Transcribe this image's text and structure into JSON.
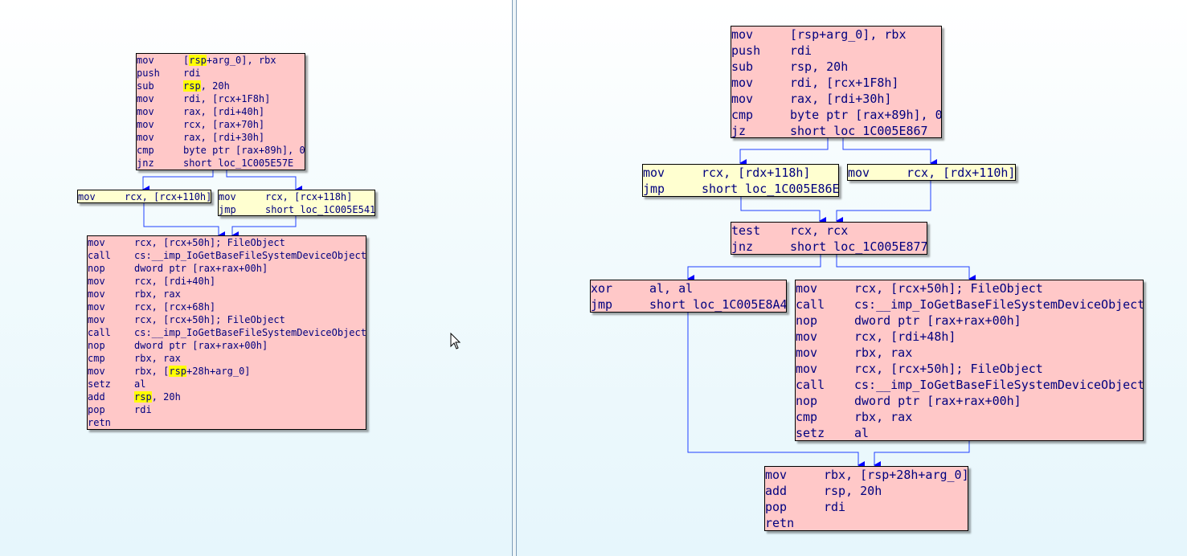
{
  "left_graph": {
    "blocks": [
      {
        "id": "L1",
        "color": "pink",
        "lines": [
          {
            "mn": "mov",
            "op": [
              {
                "t": "[",
                "h": false
              },
              {
                "t": "rsp",
                "h": true
              },
              {
                "t": "+arg_0], rbx",
                "h": false
              }
            ]
          },
          {
            "mn": "push",
            "op": [
              {
                "t": "rdi",
                "h": false
              }
            ]
          },
          {
            "mn": "sub",
            "op": [
              {
                "t": "rsp",
                "h": true
              },
              {
                "t": ", 20h",
                "h": false
              }
            ]
          },
          {
            "mn": "mov",
            "op": [
              {
                "t": "rdi, [rcx+1F8h]",
                "h": false
              }
            ]
          },
          {
            "mn": "mov",
            "op": [
              {
                "t": "rax, [rdi+40h]",
                "h": false
              }
            ]
          },
          {
            "mn": "mov",
            "op": [
              {
                "t": "rcx, [rax+70h]",
                "h": false
              }
            ]
          },
          {
            "mn": "mov",
            "op": [
              {
                "t": "rax, [rdi+30h]",
                "h": false
              }
            ]
          },
          {
            "mn": "cmp",
            "op": [
              {
                "t": "byte ptr [rax+89h], 0",
                "h": false
              }
            ]
          },
          {
            "mn": "jnz",
            "op": [
              {
                "t": "short loc_1C005E57E",
                "h": false
              }
            ]
          }
        ]
      },
      {
        "id": "L2",
        "color": "yellow",
        "lines": [
          {
            "mn": "mov",
            "op": [
              {
                "t": "rcx, [rcx+110h]",
                "h": false
              }
            ]
          }
        ]
      },
      {
        "id": "L3",
        "color": "yellow",
        "lines": [
          {
            "mn": "mov",
            "op": [
              {
                "t": "rcx, [rcx+118h]",
                "h": false
              }
            ]
          },
          {
            "mn": "jmp",
            "op": [
              {
                "t": "short loc_1C005E541",
                "h": false
              }
            ]
          }
        ]
      },
      {
        "id": "L4",
        "color": "pink",
        "lines": [
          {
            "mn": "mov",
            "op": [
              {
                "t": "rcx, [rcx+50h]; FileObject",
                "h": false
              }
            ]
          },
          {
            "mn": "call",
            "op": [
              {
                "t": "cs:__imp_IoGetBaseFileSystemDeviceObject",
                "h": false
              }
            ]
          },
          {
            "mn": "nop",
            "op": [
              {
                "t": "dword ptr [rax+rax+00h]",
                "h": false
              }
            ]
          },
          {
            "mn": "mov",
            "op": [
              {
                "t": "rcx, [rdi+40h]",
                "h": false
              }
            ]
          },
          {
            "mn": "mov",
            "op": [
              {
                "t": "rbx, rax",
                "h": false
              }
            ]
          },
          {
            "mn": "mov",
            "op": [
              {
                "t": "rcx, [rcx+68h]",
                "h": false
              }
            ]
          },
          {
            "mn": "mov",
            "op": [
              {
                "t": "rcx, [rcx+50h]; FileObject",
                "h": false
              }
            ]
          },
          {
            "mn": "call",
            "op": [
              {
                "t": "cs:__imp_IoGetBaseFileSystemDeviceObject",
                "h": false
              }
            ]
          },
          {
            "mn": "nop",
            "op": [
              {
                "t": "dword ptr [rax+rax+00h]",
                "h": false
              }
            ]
          },
          {
            "mn": "cmp",
            "op": [
              {
                "t": "rbx, rax",
                "h": false
              }
            ]
          },
          {
            "mn": "mov",
            "op": [
              {
                "t": "rbx, [",
                "h": false
              },
              {
                "t": "rsp",
                "h": true
              },
              {
                "t": "+28h+arg_0]",
                "h": false
              }
            ]
          },
          {
            "mn": "setz",
            "op": [
              {
                "t": "al",
                "h": false
              }
            ]
          },
          {
            "mn": "add",
            "op": [
              {
                "t": "rsp",
                "h": true
              },
              {
                "t": ", 20h",
                "h": false
              }
            ]
          },
          {
            "mn": "pop",
            "op": [
              {
                "t": "rdi",
                "h": false
              }
            ]
          },
          {
            "mn": "retn",
            "op": []
          }
        ]
      }
    ]
  },
  "right_graph": {
    "blocks": [
      {
        "id": "R1",
        "color": "pink",
        "lines": [
          {
            "mn": "mov",
            "op": [
              {
                "t": "[rsp+arg_0], rbx",
                "h": false
              }
            ]
          },
          {
            "mn": "push",
            "op": [
              {
                "t": "rdi",
                "h": false
              }
            ]
          },
          {
            "mn": "sub",
            "op": [
              {
                "t": "rsp, 20h",
                "h": false
              }
            ]
          },
          {
            "mn": "mov",
            "op": [
              {
                "t": "rdi, [rcx+1F8h]",
                "h": false
              }
            ]
          },
          {
            "mn": "mov",
            "op": [
              {
                "t": "rax, [rdi+30h]",
                "h": false
              }
            ]
          },
          {
            "mn": "cmp",
            "op": [
              {
                "t": "byte ptr [rax+89h], 0",
                "h": false
              }
            ]
          },
          {
            "mn": "jz",
            "op": [
              {
                "t": "short loc_1C005E867",
                "h": false
              }
            ]
          }
        ]
      },
      {
        "id": "R2",
        "color": "yellow",
        "lines": [
          {
            "mn": "mov",
            "op": [
              {
                "t": "rcx, [rdx+118h]",
                "h": false
              }
            ]
          },
          {
            "mn": "jmp",
            "op": [
              {
                "t": "short loc_1C005E86E",
                "h": false
              }
            ]
          }
        ]
      },
      {
        "id": "R3",
        "color": "yellow",
        "lines": [
          {
            "mn": "mov",
            "op": [
              {
                "t": "rcx, [rdx+110h]",
                "h": false
              }
            ]
          }
        ]
      },
      {
        "id": "R4",
        "color": "pink",
        "lines": [
          {
            "mn": "test",
            "op": [
              {
                "t": "rcx, rcx",
                "h": false
              }
            ]
          },
          {
            "mn": "jnz",
            "op": [
              {
                "t": "short loc_1C005E877",
                "h": false
              }
            ]
          }
        ]
      },
      {
        "id": "R5",
        "color": "pink",
        "lines": [
          {
            "mn": "xor",
            "op": [
              {
                "t": "al, al",
                "h": false
              }
            ]
          },
          {
            "mn": "jmp",
            "op": [
              {
                "t": "short loc_1C005E8A4",
                "h": false
              }
            ]
          }
        ]
      },
      {
        "id": "R6",
        "color": "pink",
        "lines": [
          {
            "mn": "mov",
            "op": [
              {
                "t": "rcx, [rcx+50h]; FileObject",
                "h": false
              }
            ]
          },
          {
            "mn": "call",
            "op": [
              {
                "t": "cs:__imp_IoGetBaseFileSystemDeviceObject",
                "h": false
              }
            ]
          },
          {
            "mn": "nop",
            "op": [
              {
                "t": "dword ptr [rax+rax+00h]",
                "h": false
              }
            ]
          },
          {
            "mn": "mov",
            "op": [
              {
                "t": "rcx, [rdi+48h]",
                "h": false
              }
            ]
          },
          {
            "mn": "mov",
            "op": [
              {
                "t": "rbx, rax",
                "h": false
              }
            ]
          },
          {
            "mn": "mov",
            "op": [
              {
                "t": "rcx, [rcx+50h]; FileObject",
                "h": false
              }
            ]
          },
          {
            "mn": "call",
            "op": [
              {
                "t": "cs:__imp_IoGetBaseFileSystemDeviceObject",
                "h": false
              }
            ]
          },
          {
            "mn": "nop",
            "op": [
              {
                "t": "dword ptr [rax+rax+00h]",
                "h": false
              }
            ]
          },
          {
            "mn": "cmp",
            "op": [
              {
                "t": "rbx, rax",
                "h": false
              }
            ]
          },
          {
            "mn": "setz",
            "op": [
              {
                "t": "al",
                "h": false
              }
            ]
          }
        ]
      },
      {
        "id": "R7",
        "color": "pink",
        "lines": [
          {
            "mn": "mov",
            "op": [
              {
                "t": "rbx, [rsp+28h+arg_0]",
                "h": false
              }
            ]
          },
          {
            "mn": "add",
            "op": [
              {
                "t": "rsp, 20h",
                "h": false
              }
            ]
          },
          {
            "mn": "pop",
            "op": [
              {
                "t": "rdi",
                "h": false
              }
            ]
          },
          {
            "mn": "retn",
            "op": []
          }
        ]
      }
    ]
  },
  "colors": {
    "block_pink": "#ffc8c8",
    "block_yellow": "#ffffd0",
    "text": "#00007f",
    "edge": "#0000ff",
    "highlight": "#ffff00"
  },
  "icons": {
    "cursor": "mouse-pointer-icon"
  }
}
